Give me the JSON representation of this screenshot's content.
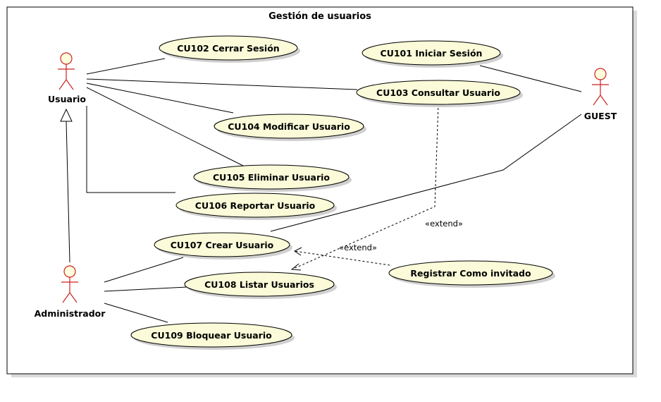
{
  "system": {
    "title": "Gestión de usuarios"
  },
  "actors": {
    "usuario": "Usuario",
    "administrador": "Administrador",
    "guest": "GUEST"
  },
  "use_cases": {
    "cu101": "CU101 Iniciar Sesión",
    "cu102": "CU102 Cerrar Sesión",
    "cu103": "CU103 Consultar Usuario",
    "cu104": "CU104 Modificar Usuario",
    "cu105": "CU105 Eliminar Usuario",
    "cu106": "CU106 Reportar Usuario",
    "cu107": "CU107 Crear Usuario",
    "cu108": "CU108 Listar Usuarios",
    "cu109": "CU109 Bloquear Usuario",
    "registrar": "Registrar Como invitado"
  },
  "relations": {
    "extend_1": "«extend»",
    "extend_2": "«extend»"
  },
  "colors": {
    "use_case_fill": "#fbfbd9",
    "actor_stroke": "#cc2222",
    "actor_fill": "#ffffdd",
    "shadow": "#cfcfcf",
    "line": "#000000"
  }
}
